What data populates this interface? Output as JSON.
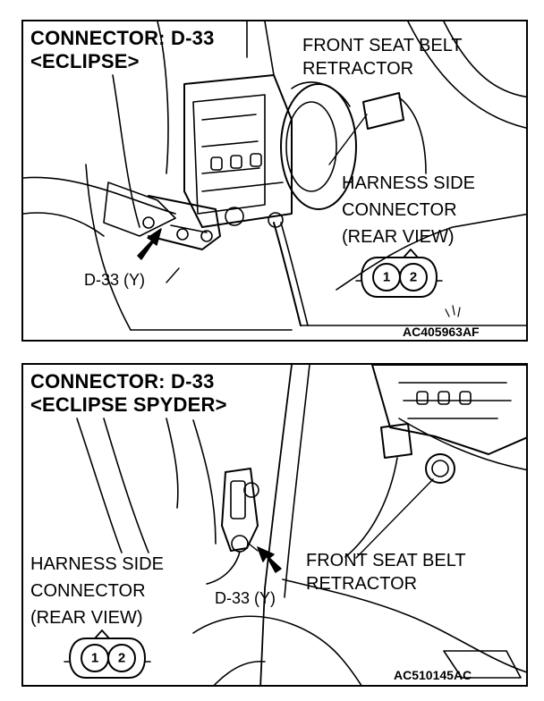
{
  "diagrams": [
    {
      "title_line1": "CONNECTOR: D-33",
      "title_line2": "<ECLIPSE>",
      "retractor_line1": "FRONT SEAT BELT",
      "retractor_line2": "RETRACTOR",
      "harness_line1": "HARNESS SIDE",
      "harness_line2": "CONNECTOR",
      "harness_line3": "(REAR VIEW)",
      "connector_label": "D-33 (Y)",
      "pin1": "1",
      "pin2": "2",
      "code": "AC405963AF"
    },
    {
      "title_line1": "CONNECTOR: D-33",
      "title_line2": "<ECLIPSE SPYDER>",
      "retractor_line1": "FRONT SEAT BELT",
      "retractor_line2": "RETRACTOR",
      "harness_line1": "HARNESS SIDE",
      "harness_line2": "CONNECTOR",
      "harness_line3": "(REAR VIEW)",
      "connector_label": "D-33 (Y)",
      "pin1": "1",
      "pin2": "2",
      "code": "AC510145AC"
    }
  ]
}
